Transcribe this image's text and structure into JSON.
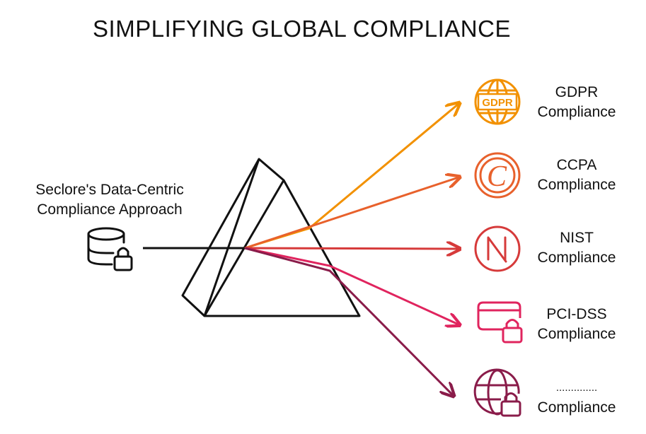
{
  "title": "SIMPLIFYING GLOBAL COMPLIANCE",
  "source": {
    "line1": "Seclore's Data-Centric",
    "line2": "Compliance Approach",
    "icon": "database-lock-icon"
  },
  "items": [
    {
      "name": "GDPR",
      "sub": "Compliance",
      "icon": "gdpr-globe-icon",
      "color": "#f29100"
    },
    {
      "name": "CCPA",
      "sub": "Compliance",
      "icon": "ccpa-c-icon",
      "color": "#e8612c"
    },
    {
      "name": "NIST",
      "sub": "Compliance",
      "icon": "nist-n-icon",
      "color": "#d63a3a"
    },
    {
      "name": "PCI-DSS",
      "sub": "Compliance",
      "icon": "card-lock-icon",
      "color": "#e0245e"
    },
    {
      "name": "..............",
      "sub": "Compliance",
      "icon": "globe-lock-icon",
      "color": "#8a1c4a"
    }
  ],
  "colors": {
    "prism": "#111111",
    "beam": "#111111"
  }
}
